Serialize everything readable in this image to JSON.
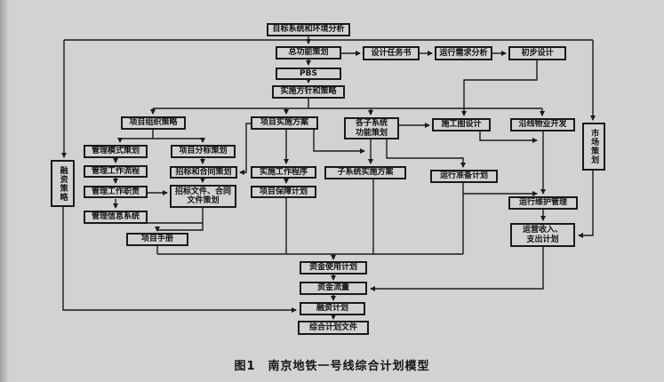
{
  "figure": {
    "caption": "图1　南京地铁一号线综合计划模型"
  },
  "colors": {
    "background": "#d2d2d2",
    "ink": "#1a1a1a"
  },
  "nodes": {
    "target_analysis": {
      "label": "目标系统和环境分析"
    },
    "overall_function": {
      "label": "总功能策划"
    },
    "pbs": {
      "label": "PBS"
    },
    "impl_policy": {
      "label": "实施方针和策略"
    },
    "design_brief": {
      "label": "设计任务书"
    },
    "operation_req": {
      "label": "运行需求分析"
    },
    "preliminary_design": {
      "label": "初步设计"
    },
    "project_org": {
      "label": "项目组织策略"
    },
    "mgmt_mode": {
      "label": "管理模式策划"
    },
    "project_bid_division": {
      "label": "项目分标策划"
    },
    "mgmt_process": {
      "label": "管理工作流程"
    },
    "bidding_contract": {
      "label": "招标和合同策划"
    },
    "mgmt_duty": {
      "label": "管理工作职责"
    },
    "bid_doc": {
      "label": "招标文件、合同\n文件策划"
    },
    "mgmt_info": {
      "label": "管理信息系统"
    },
    "project_manual": {
      "label": "项目手册"
    },
    "project_impl": {
      "label": "项目实施方案"
    },
    "impl_procedure": {
      "label": "实施工作程序"
    },
    "project_guarantee": {
      "label": "项目保障计划"
    },
    "subsys_function": {
      "label": "各子系统\n功能策划"
    },
    "subsys_impl": {
      "label": "子系统实施方案"
    },
    "construction_design": {
      "label": "施工图设计"
    },
    "operation_prep": {
      "label": "运行准备计划"
    },
    "property_dev": {
      "label": "沿线物业开发"
    },
    "market_planning": {
      "label": "市场策划"
    },
    "operation_maint": {
      "label": "运行维护管理"
    },
    "operation_income": {
      "label": "运营收入、\n支出计划"
    },
    "financing_strategy": {
      "label": "融资策略"
    },
    "fund_usage": {
      "label": "资金使用计划"
    },
    "fund_flow": {
      "label": "资金流量"
    },
    "financing_plan": {
      "label": "融资计划"
    },
    "comprehensive_doc": {
      "label": "综合计划文件"
    }
  }
}
